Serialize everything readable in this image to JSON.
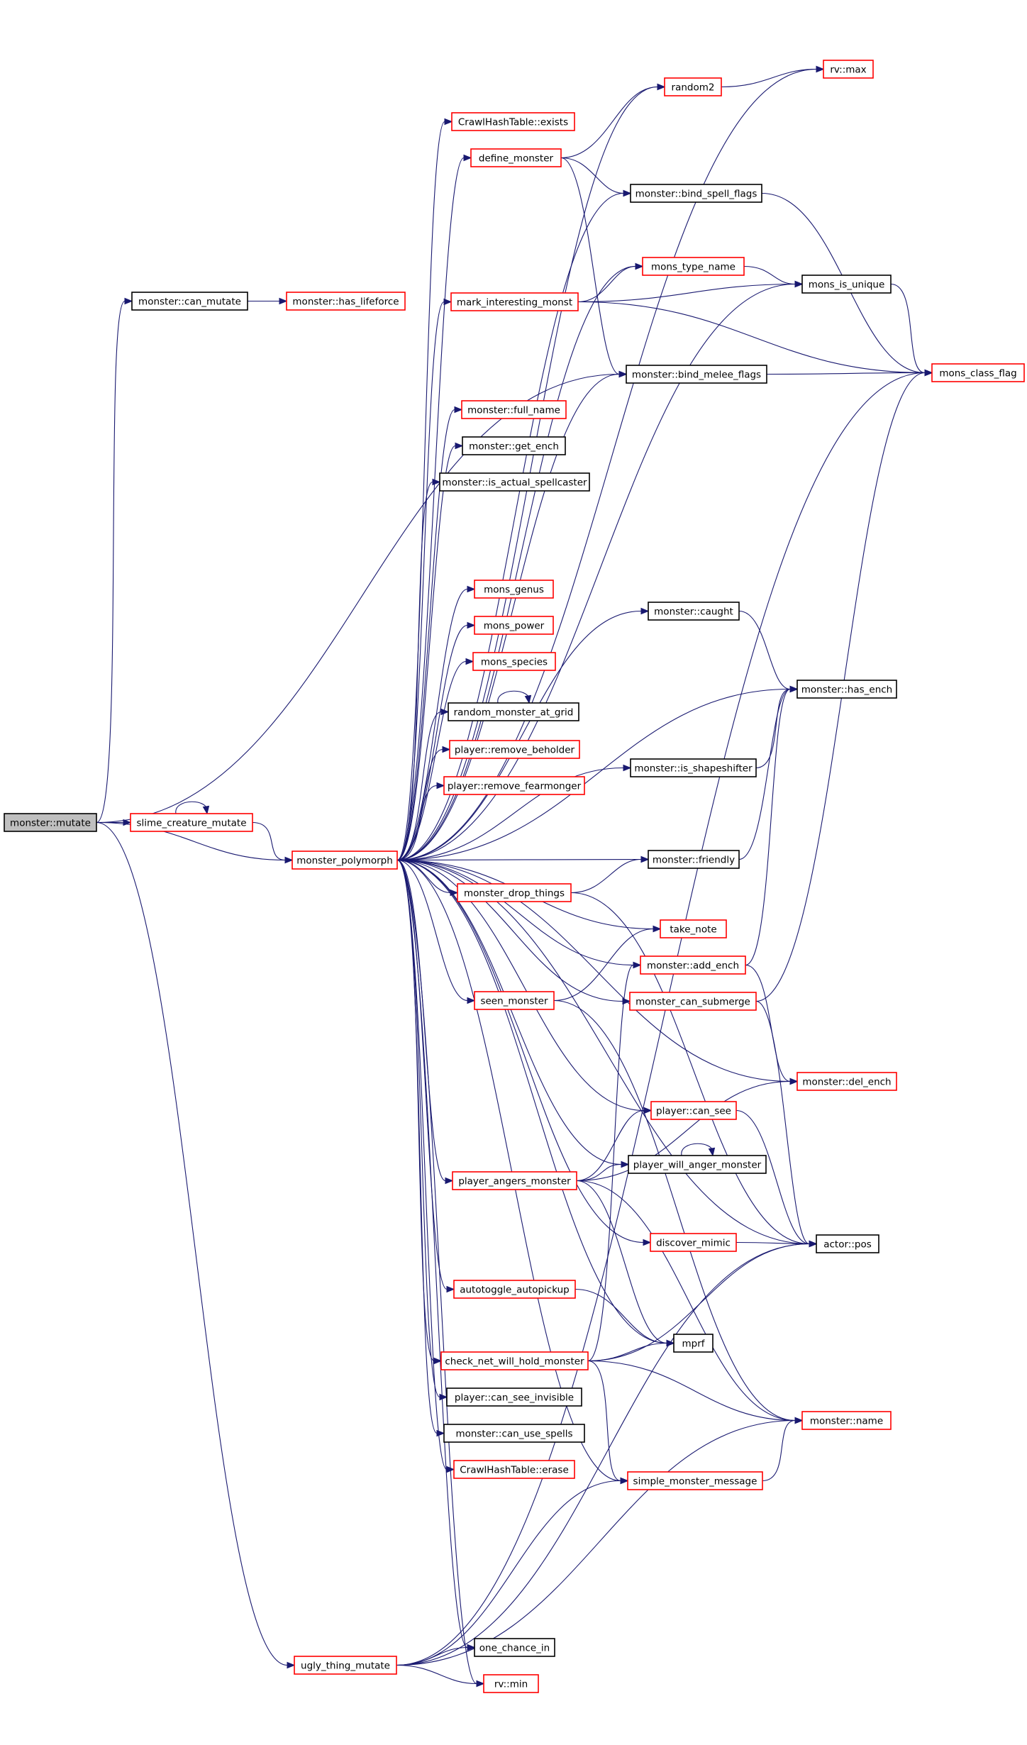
{
  "graph": {
    "colors": {
      "edge": "#191970",
      "border_black": "#000000",
      "border_red": "#ff0000",
      "root_fill": "#bfbfbf"
    },
    "nodes": [
      {
        "id": "mutate",
        "label": "monster::mutate",
        "border": "root"
      },
      {
        "id": "can_mutate",
        "label": "monster::can_mutate",
        "border": "black"
      },
      {
        "id": "has_lifeforce",
        "label": "monster::has_lifeforce",
        "border": "red"
      },
      {
        "id": "slime",
        "label": "slime_creature_mutate",
        "border": "red"
      },
      {
        "id": "polymorph",
        "label": "monster_polymorph",
        "border": "red"
      },
      {
        "id": "ugly",
        "label": "ugly_thing_mutate",
        "border": "red"
      },
      {
        "id": "hash_exists",
        "label": "CrawlHashTable::exists",
        "border": "red"
      },
      {
        "id": "define_monster",
        "label": "define_monster",
        "border": "red"
      },
      {
        "id": "mark_interesting",
        "label": "mark_interesting_monst",
        "border": "red"
      },
      {
        "id": "full_name",
        "label": "monster::full_name",
        "border": "red"
      },
      {
        "id": "get_ench",
        "label": "monster::get_ench",
        "border": "black"
      },
      {
        "id": "is_actual_spellcaster",
        "label": "monster::is_actual_spellcaster",
        "border": "black"
      },
      {
        "id": "mons_genus",
        "label": "mons_genus",
        "border": "red"
      },
      {
        "id": "mons_power",
        "label": "mons_power",
        "border": "red"
      },
      {
        "id": "mons_species",
        "label": "mons_species",
        "border": "red"
      },
      {
        "id": "random_monster_at_grid",
        "label": "random_monster_at_grid",
        "border": "black"
      },
      {
        "id": "remove_beholder",
        "label": "player::remove_beholder",
        "border": "red"
      },
      {
        "id": "remove_fearmonger",
        "label": "player::remove_fearmonger",
        "border": "red"
      },
      {
        "id": "drop_things",
        "label": "monster_drop_things",
        "border": "red"
      },
      {
        "id": "seen_monster",
        "label": "seen_monster",
        "border": "red"
      },
      {
        "id": "angers_monster",
        "label": "player_angers_monster",
        "border": "red"
      },
      {
        "id": "autotoggle",
        "label": "autotoggle_autopickup",
        "border": "red"
      },
      {
        "id": "check_net",
        "label": "check_net_will_hold_monster",
        "border": "red"
      },
      {
        "id": "can_see_invisible",
        "label": "player::can_see_invisible",
        "border": "black"
      },
      {
        "id": "can_use_spells",
        "label": "monster::can_use_spells",
        "border": "black"
      },
      {
        "id": "hash_erase",
        "label": "CrawlHashTable::erase",
        "border": "red"
      },
      {
        "id": "one_chance_in",
        "label": "one_chance_in",
        "border": "black"
      },
      {
        "id": "rv_min",
        "label": "rv::min",
        "border": "red"
      },
      {
        "id": "random2",
        "label": "random2",
        "border": "red"
      },
      {
        "id": "rv_max",
        "label": "rv::max",
        "border": "red"
      },
      {
        "id": "bind_spell_flags",
        "label": "monster::bind_spell_flags",
        "border": "black"
      },
      {
        "id": "mons_type_name",
        "label": "mons_type_name",
        "border": "red"
      },
      {
        "id": "bind_melee_flags",
        "label": "monster::bind_melee_flags",
        "border": "black"
      },
      {
        "id": "caught",
        "label": "monster::caught",
        "border": "black"
      },
      {
        "id": "is_shapeshifter",
        "label": "monster::is_shapeshifter",
        "border": "black"
      },
      {
        "id": "friendly",
        "label": "monster::friendly",
        "border": "black"
      },
      {
        "id": "take_note",
        "label": "take_note",
        "border": "red"
      },
      {
        "id": "add_ench",
        "label": "monster::add_ench",
        "border": "red"
      },
      {
        "id": "can_submerge",
        "label": "monster_can_submerge",
        "border": "red"
      },
      {
        "id": "can_see",
        "label": "player::can_see",
        "border": "red"
      },
      {
        "id": "will_anger",
        "label": "player_will_anger_monster",
        "border": "black"
      },
      {
        "id": "discover_mimic",
        "label": "discover_mimic",
        "border": "red"
      },
      {
        "id": "mprf",
        "label": "mprf",
        "border": "black"
      },
      {
        "id": "simple_msg",
        "label": "simple_monster_message",
        "border": "red"
      },
      {
        "id": "mons_is_unique",
        "label": "mons_is_unique",
        "border": "black"
      },
      {
        "id": "has_ench",
        "label": "monster::has_ench",
        "border": "black"
      },
      {
        "id": "del_ench",
        "label": "monster::del_ench",
        "border": "red"
      },
      {
        "id": "actor_pos",
        "label": "actor::pos",
        "border": "black"
      },
      {
        "id": "monster_name",
        "label": "monster::name",
        "border": "red"
      },
      {
        "id": "mons_class_flag",
        "label": "mons_class_flag",
        "border": "red"
      }
    ],
    "edges": [
      [
        "mutate",
        "can_mutate"
      ],
      [
        "mutate",
        "slime"
      ],
      [
        "mutate",
        "polymorph"
      ],
      [
        "mutate",
        "ugly"
      ],
      [
        "mutate",
        "bind_melee_flags"
      ],
      [
        "can_mutate",
        "has_lifeforce"
      ],
      [
        "slime",
        "polymorph"
      ],
      [
        "slime",
        "slime"
      ],
      [
        "polymorph",
        "rv_max"
      ],
      [
        "polymorph",
        "random2"
      ],
      [
        "polymorph",
        "hash_exists"
      ],
      [
        "polymorph",
        "define_monster"
      ],
      [
        "polymorph",
        "bind_spell_flags"
      ],
      [
        "polymorph",
        "mons_is_unique"
      ],
      [
        "polymorph",
        "mons_type_name"
      ],
      [
        "polymorph",
        "mark_interesting"
      ],
      [
        "polymorph",
        "bind_melee_flags"
      ],
      [
        "polymorph",
        "full_name"
      ],
      [
        "polymorph",
        "get_ench"
      ],
      [
        "polymorph",
        "is_actual_spellcaster"
      ],
      [
        "polymorph",
        "has_ench"
      ],
      [
        "polymorph",
        "caught"
      ],
      [
        "polymorph",
        "mons_genus"
      ],
      [
        "polymorph",
        "mons_power"
      ],
      [
        "polymorph",
        "mons_species"
      ],
      [
        "polymorph",
        "random_monster_at_grid"
      ],
      [
        "polymorph",
        "remove_beholder"
      ],
      [
        "polymorph",
        "remove_fearmonger"
      ],
      [
        "polymorph",
        "is_shapeshifter"
      ],
      [
        "polymorph",
        "friendly"
      ],
      [
        "polymorph",
        "drop_things"
      ],
      [
        "polymorph",
        "take_note"
      ],
      [
        "polymorph",
        "add_ench"
      ],
      [
        "polymorph",
        "seen_monster"
      ],
      [
        "polymorph",
        "can_submerge"
      ],
      [
        "polymorph",
        "del_ench"
      ],
      [
        "polymorph",
        "can_see"
      ],
      [
        "polymorph",
        "will_anger"
      ],
      [
        "polymorph",
        "angers_monster"
      ],
      [
        "polymorph",
        "discover_mimic"
      ],
      [
        "polymorph",
        "actor_pos"
      ],
      [
        "polymorph",
        "autotoggle"
      ],
      [
        "polymorph",
        "mprf"
      ],
      [
        "polymorph",
        "check_net"
      ],
      [
        "polymorph",
        "can_see_invisible"
      ],
      [
        "polymorph",
        "can_use_spells"
      ],
      [
        "polymorph",
        "hash_erase"
      ],
      [
        "polymorph",
        "simple_msg"
      ],
      [
        "polymorph",
        "one_chance_in"
      ],
      [
        "polymorph",
        "rv_min"
      ],
      [
        "random2",
        "rv_max"
      ],
      [
        "define_monster",
        "random2"
      ],
      [
        "define_monster",
        "bind_spell_flags"
      ],
      [
        "define_monster",
        "bind_melee_flags"
      ],
      [
        "mark_interesting",
        "mons_type_name"
      ],
      [
        "mark_interesting",
        "mons_is_unique"
      ],
      [
        "mark_interesting",
        "mons_class_flag"
      ],
      [
        "mons_type_name",
        "mons_is_unique"
      ],
      [
        "mons_is_unique",
        "mons_class_flag"
      ],
      [
        "bind_spell_flags",
        "mons_class_flag"
      ],
      [
        "bind_melee_flags",
        "mons_class_flag"
      ],
      [
        "caught",
        "has_ench"
      ],
      [
        "is_shapeshifter",
        "has_ench"
      ],
      [
        "friendly",
        "has_ench"
      ],
      [
        "drop_things",
        "friendly"
      ],
      [
        "drop_things",
        "actor_pos"
      ],
      [
        "random_monster_at_grid",
        "random_monster_at_grid"
      ],
      [
        "seen_monster",
        "take_note"
      ],
      [
        "seen_monster",
        "monster_name"
      ],
      [
        "add_ench",
        "has_ench"
      ],
      [
        "add_ench",
        "del_ench"
      ],
      [
        "can_submerge",
        "mons_class_flag"
      ],
      [
        "can_submerge",
        "actor_pos"
      ],
      [
        "can_see",
        "actor_pos"
      ],
      [
        "angers_monster",
        "can_see"
      ],
      [
        "angers_monster",
        "will_anger"
      ],
      [
        "angers_monster",
        "mprf"
      ],
      [
        "angers_monster",
        "monster_name"
      ],
      [
        "angers_monster",
        "del_ench"
      ],
      [
        "will_anger",
        "will_anger"
      ],
      [
        "discover_mimic",
        "actor_pos"
      ],
      [
        "autotoggle",
        "mprf"
      ],
      [
        "check_net",
        "mprf"
      ],
      [
        "check_net",
        "add_ench"
      ],
      [
        "check_net",
        "actor_pos"
      ],
      [
        "check_net",
        "monster_name"
      ],
      [
        "check_net",
        "simple_msg"
      ],
      [
        "simple_msg",
        "monster_name"
      ],
      [
        "ugly",
        "one_chance_in"
      ],
      [
        "ugly",
        "rv_min"
      ],
      [
        "ugly",
        "simple_msg"
      ],
      [
        "ugly",
        "monster_name"
      ],
      [
        "ugly",
        "actor_pos"
      ],
      [
        "ugly",
        "mons_class_flag"
      ]
    ]
  }
}
